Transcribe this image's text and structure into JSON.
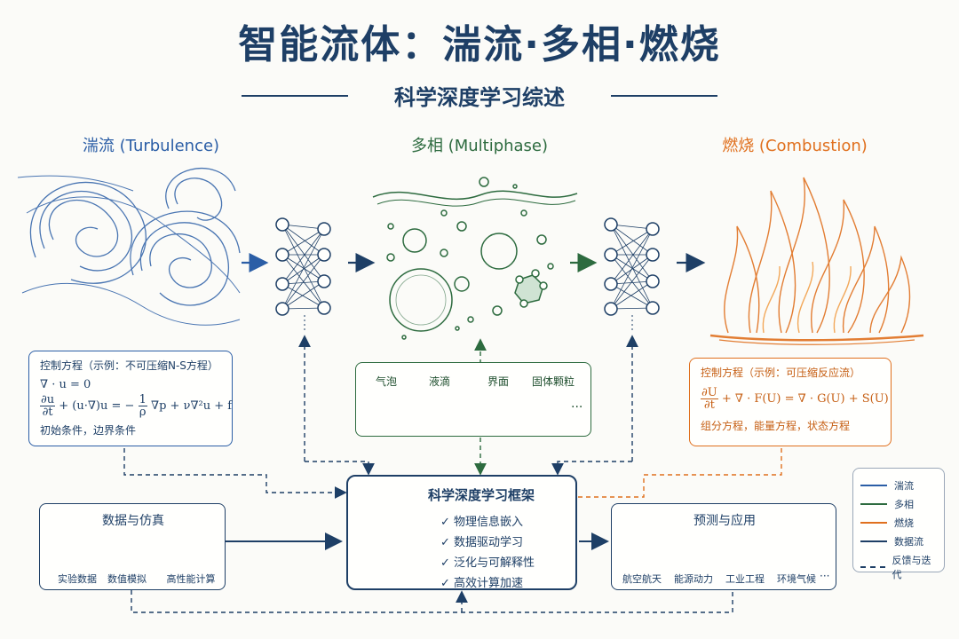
{
  "header": {
    "title": "智能流体：湍流·多相·燃烧",
    "subtitle": "科学深度学习综述"
  },
  "panels": {
    "turbulence": {
      "title": "湍流 (Turbulence)"
    },
    "multiphase": {
      "title": "多相 (Multiphase)"
    },
    "combustion": {
      "title": "燃烧 (Combustion)"
    }
  },
  "turbulence_box": {
    "heading": "控制方程（示例：不可压缩N-S方程）",
    "eq1": "∇ · u = 0",
    "eq2_du": "∂u",
    "eq2_dt": "∂t",
    "eq2_mid": "+ (u·∇)u = −",
    "eq2_one": "1",
    "eq2_rho": "ρ",
    "eq2_tail": "∇p + ν∇²u + f",
    "footer": "初始条件，边界条件"
  },
  "multiphase_box": {
    "items": [
      "气泡",
      "液滴",
      "界面",
      "固体颗粒"
    ],
    "ellipsis": "···"
  },
  "combustion_box": {
    "heading": "控制方程（示例：可压缩反应流）",
    "eq_du": "∂U",
    "eq_dt": "∂t",
    "eq_tail": "+ ∇ · F(U) = ∇ · G(U) + S(U)",
    "footer": "组分方程，能量方程，状态方程"
  },
  "data_box": {
    "title": "数据与仿真",
    "items": [
      "实验数据",
      "数值模拟",
      "高性能计算"
    ]
  },
  "framework": {
    "title": "科学深度学习框架",
    "check": "✓",
    "items": [
      "物理信息嵌入",
      "数据驱动学习",
      "泛化与可解释性",
      "高效计算加速"
    ]
  },
  "apps": {
    "title": "预测与应用",
    "items": [
      "航空航天",
      "能源动力",
      "工业工程",
      "环境气候"
    ],
    "ellipsis": "···"
  },
  "legend": {
    "items": [
      "湍流",
      "多相",
      "燃烧",
      "数据流",
      "反馈与迭代"
    ]
  },
  "colors": {
    "turbulence": "#2b5ea6",
    "multiphase": "#2d6b3f",
    "combustion": "#e0701e",
    "dataflow": "#1e3f66"
  }
}
